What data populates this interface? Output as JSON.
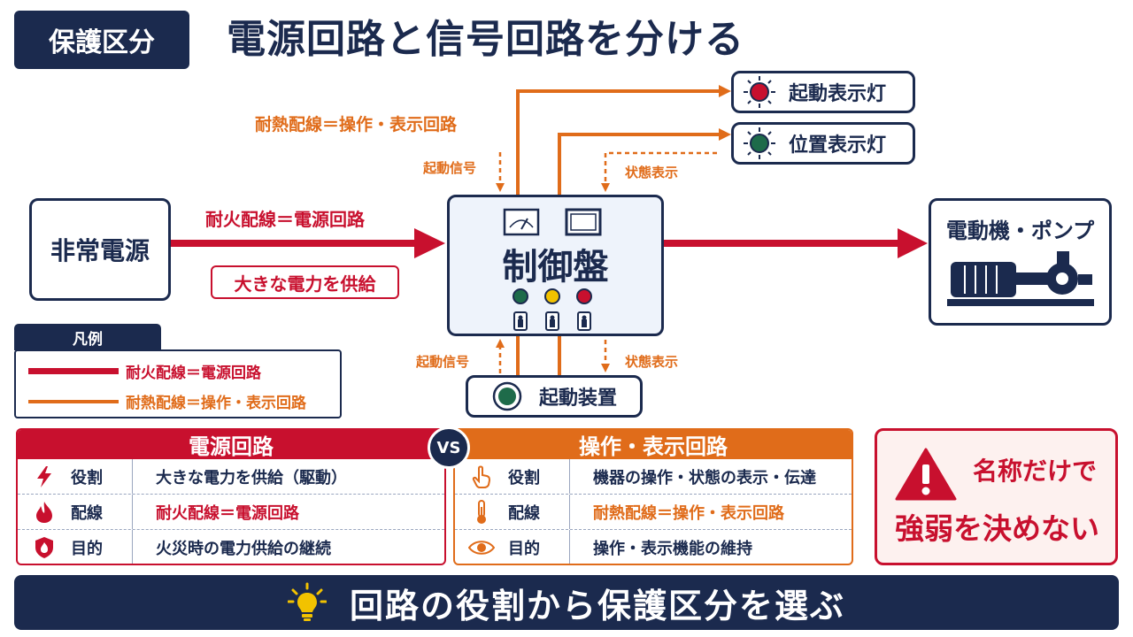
{
  "header": {
    "tag": "保護区分",
    "title": "電源回路と信号回路を分ける"
  },
  "nodes": {
    "power_source": "非常電源",
    "control_panel": "制御盤",
    "motor_pump": "電動機・ポンプ",
    "start_lamp": "起動表示灯",
    "position_lamp": "位置表示灯",
    "start_device": "起動装置"
  },
  "labels": {
    "fire_resistant": "耐火配線＝電源回路",
    "heat_resistant": "耐熱配線＝操作・表示回路",
    "supply_badge": "大きな電力を供給",
    "start_signal_top": "起動信号",
    "status_top": "状態表示",
    "start_signal_bottom": "起動信号",
    "status_bottom": "状態表示"
  },
  "legend": {
    "title": "凡例",
    "items": [
      {
        "label": "耐火配線＝電源回路",
        "color": "#c8102e"
      },
      {
        "label": "耐熱配線＝操作・表示回路",
        "color": "#e06c1a"
      }
    ]
  },
  "power_table": {
    "title": "電源回路",
    "rows": [
      {
        "icon": "lightning-icon",
        "key": "役割",
        "value": "大きな電力を供給（駆動）"
      },
      {
        "icon": "flame-icon",
        "key": "配線",
        "value": "耐火配線＝電源回路"
      },
      {
        "icon": "shield-icon",
        "key": "目的",
        "value": "火災時の電力供給の継続"
      }
    ]
  },
  "vs": "VS",
  "op_table": {
    "title": "操作・表示回路",
    "rows": [
      {
        "icon": "hand-pointer-icon",
        "key": "役割",
        "value": "機器の操作・状態の表示・伝達"
      },
      {
        "icon": "thermometer-icon",
        "key": "配線",
        "value": "耐熱配線＝操作・表示回路"
      },
      {
        "icon": "eye-icon",
        "key": "目的",
        "value": "操作・表示機能の維持"
      }
    ]
  },
  "warning": {
    "line1": "名称だけで",
    "line2": "強弱を決めない"
  },
  "footer": {
    "text": "回路の役割から保護区分を選ぶ"
  },
  "colors": {
    "navy": "#1b2a4e",
    "red": "#c8102e",
    "orange": "#e06c1a",
    "lamp_red": "#c8102e",
    "lamp_green": "#1e6b4a",
    "lamp_yellow": "#f2c200"
  }
}
